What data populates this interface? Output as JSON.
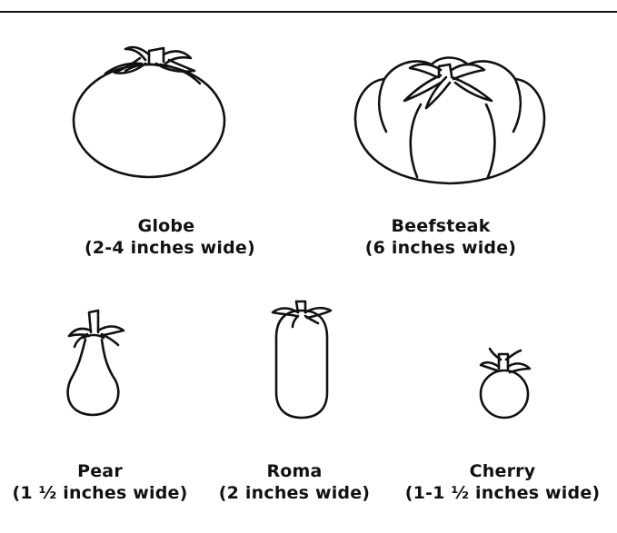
{
  "varieties": [
    {
      "name": "Globe",
      "size": "(2-4 inches wide)"
    },
    {
      "name": "Beefsteak",
      "size": "(6 inches wide)"
    },
    {
      "name": "Pear",
      "size": "(1 ½ inches wide)"
    },
    {
      "name": "Roma",
      "size": "(2 inches wide)"
    },
    {
      "name": "Cherry",
      "size": "(1-1 ½ inches wide)"
    }
  ]
}
